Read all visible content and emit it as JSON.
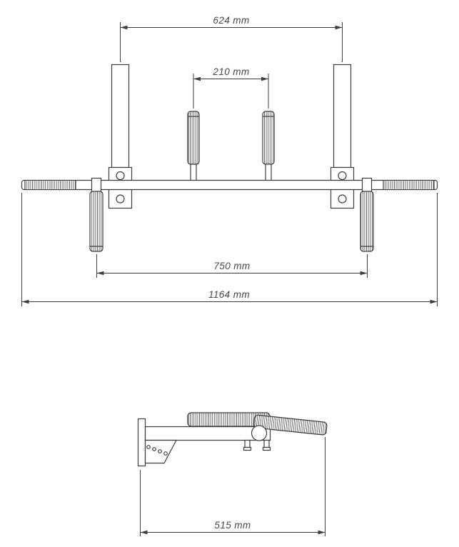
{
  "figure": {
    "type": "technical-drawing",
    "subject": "wall-mounted pull-up bar, front and side views",
    "dimensions": {
      "post_spacing": "624 mm",
      "inner_grip_spacing": "210 mm",
      "outer_grip_spacing": "750 mm",
      "overall_width": "1164 mm",
      "depth": "515 mm"
    },
    "colors": {
      "line": "#3c3c3c",
      "text": "#474747",
      "background": "#ffffff"
    }
  }
}
